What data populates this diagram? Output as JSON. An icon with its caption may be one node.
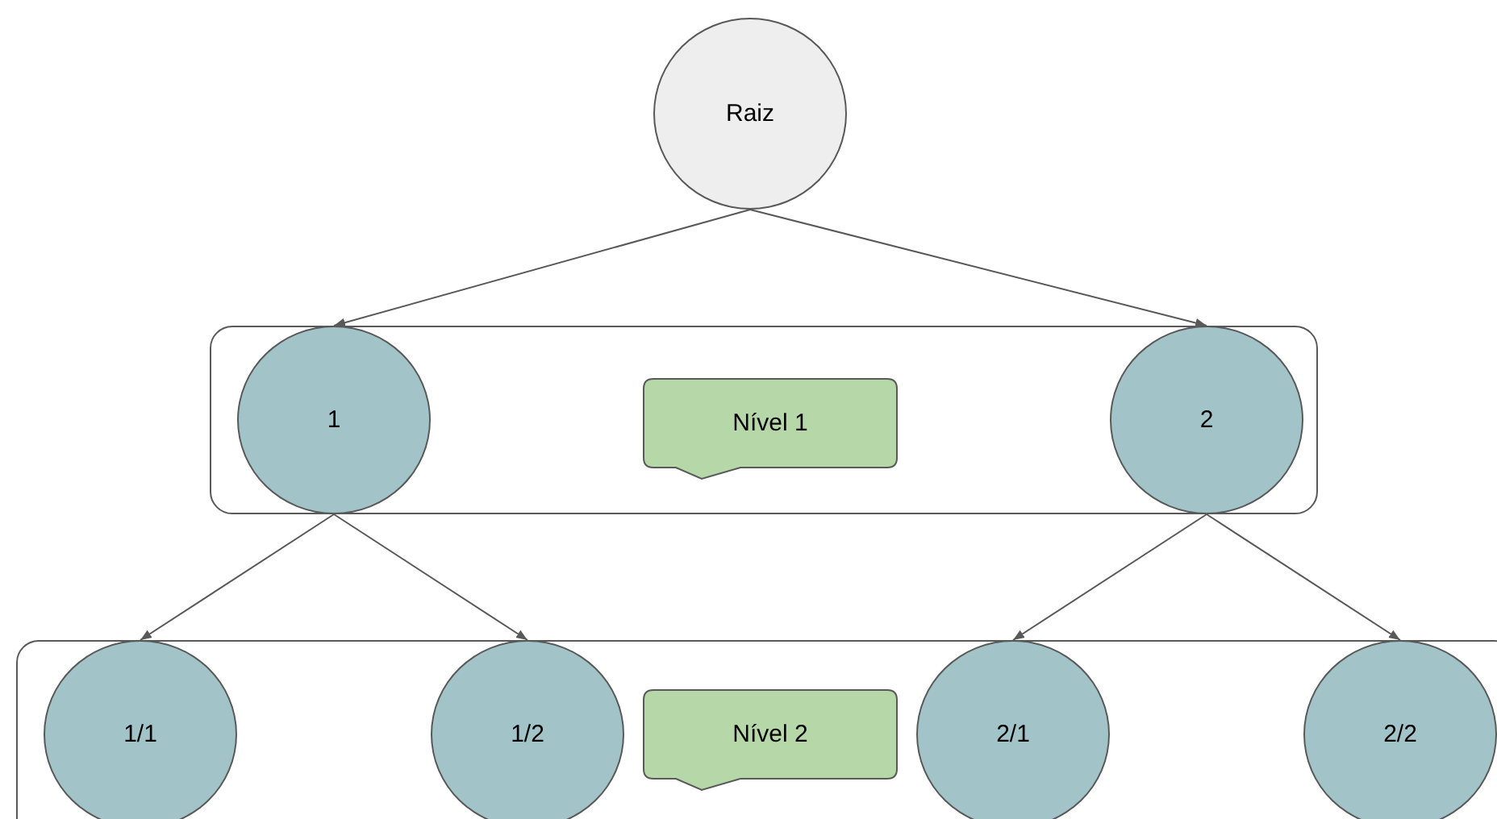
{
  "diagram": {
    "nodes": [
      {
        "text": [
          "Raiz"
        ]
      },
      {
        "text": [],
        "shape": "box"
      },
      {
        "text": [
          "1"
        ],
        "in": 1
      },
      {
        "text": [
          "Nível 1"
        ],
        "in": 1
      },
      {
        "text": [
          "2"
        ],
        "in": 1
      },
      {
        "text": [],
        "shape": "box"
      },
      {
        "text": [
          "1/1"
        ],
        "in": 5
      },
      {
        "text": [
          "1/2"
        ],
        "in": 5
      },
      {
        "text": [
          "Nível 2"
        ],
        "in": 5
      },
      {
        "text": [
          "2/1"
        ],
        "in": 5
      },
      {
        "text": [
          "2/2"
        ],
        "in": 5
      }
    ],
    "edges": [
      {
        "from": 0,
        "to": 2,
        "arrow": "to"
      },
      {
        "from": 0,
        "to": 4,
        "arrow": "to"
      },
      {
        "from": 2,
        "to": 6,
        "arrow": "to"
      },
      {
        "from": 2,
        "to": 7,
        "arrow": "to"
      },
      {
        "from": 4,
        "to": 9,
        "arrow": "to"
      },
      {
        "from": 4,
        "to": 10,
        "arrow": "to"
      }
    ]
  }
}
